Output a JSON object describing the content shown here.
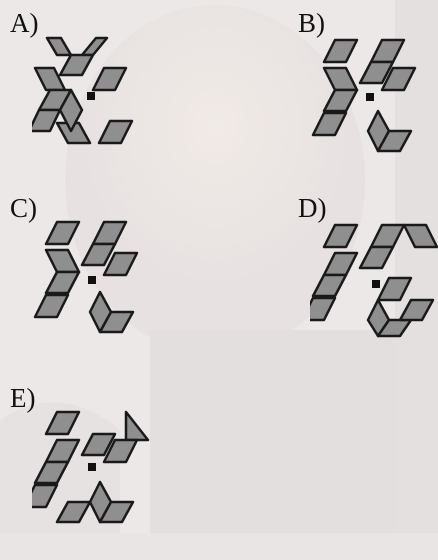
{
  "options": [
    {
      "id": "A",
      "label": "A)"
    },
    {
      "id": "B",
      "label": "B)"
    },
    {
      "id": "C",
      "label": "C)"
    },
    {
      "id": "D",
      "label": "D)"
    },
    {
      "id": "E",
      "label": "E)"
    }
  ],
  "colors": {
    "tile_fill": "#8f8f8f",
    "tile_stroke": "#1a1a1a",
    "dot": "#111111",
    "background": "#e9e5e4"
  }
}
